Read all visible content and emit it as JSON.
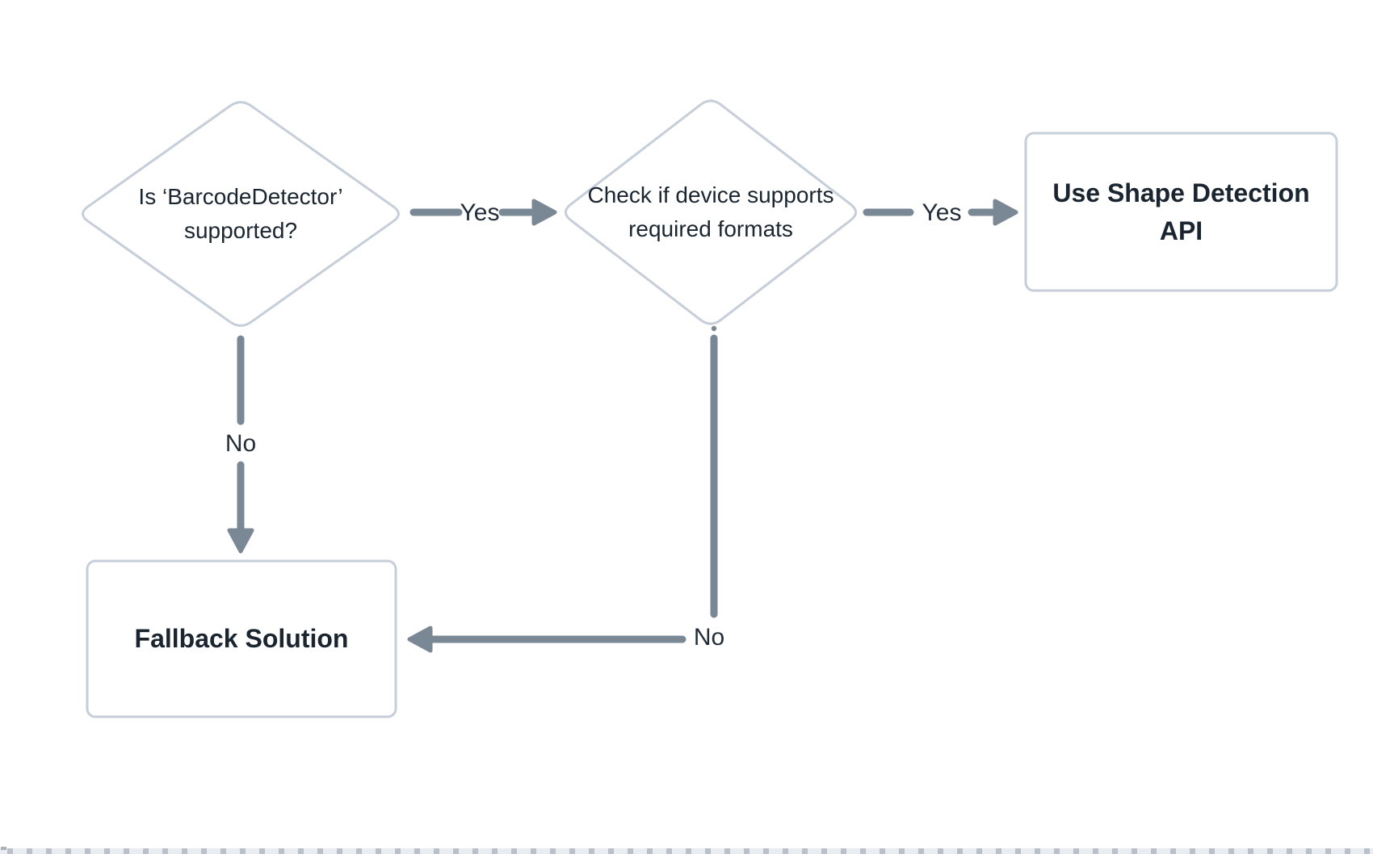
{
  "diagram": {
    "title": "BarcodeDetector feature-detection flowchart",
    "colors": {
      "background": "#ffffff",
      "node_border": "#c6ced9",
      "node_fill": "#ffffff",
      "edge": "#7a8794",
      "text": "#1a2530"
    },
    "nodes": [
      {
        "id": "decision-barcode-detector",
        "type": "decision",
        "label_lines": [
          "Is ‘BarcodeDetector’",
          "supported?"
        ]
      },
      {
        "id": "decision-required-formats",
        "type": "decision",
        "label_lines": [
          "Check if device supports",
          "required formats"
        ]
      },
      {
        "id": "process-use-shape-detection",
        "type": "process",
        "label_lines": [
          "Use Shape Detection",
          "API"
        ]
      },
      {
        "id": "process-fallback-solution",
        "type": "process",
        "label_lines": [
          "Fallback Solution"
        ]
      }
    ],
    "edges": [
      {
        "from": "decision-barcode-detector",
        "to": "decision-required-formats",
        "label": "Yes"
      },
      {
        "from": "decision-required-formats",
        "to": "process-use-shape-detection",
        "label": "Yes"
      },
      {
        "from": "decision-barcode-detector",
        "to": "process-fallback-solution",
        "label": "No"
      },
      {
        "from": "decision-required-formats",
        "to": "process-fallback-solution",
        "label": "No"
      }
    ]
  }
}
